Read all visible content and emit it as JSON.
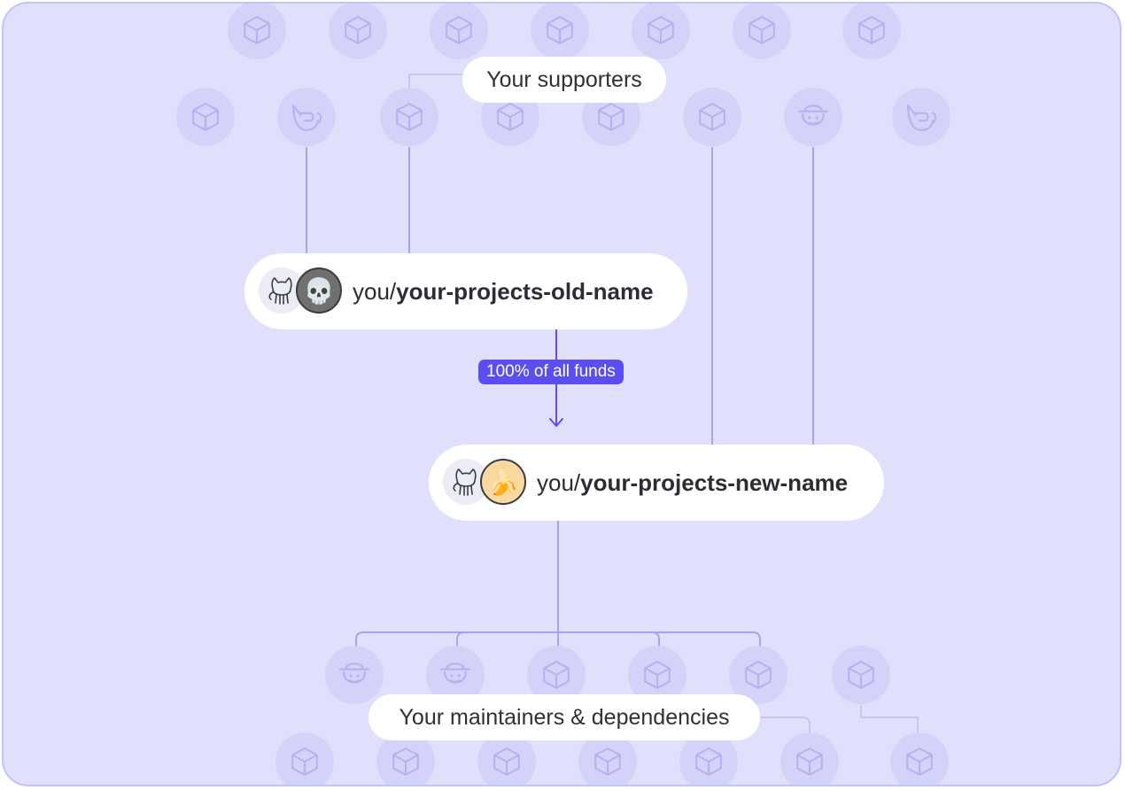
{
  "supporters_label": "Your supporters",
  "maintainers_label": "Your maintainers & dependencies",
  "old_project": {
    "owner": "you/",
    "repo": "your-projects-old-name",
    "source_icon": "github-octocat-icon",
    "avatar_emoji": "💀"
  },
  "new_project": {
    "owner": "you/",
    "repo": "your-projects-new-name",
    "source_icon": "github-octocat-icon",
    "avatar_emoji": "🍌"
  },
  "funds_badge": "100% of all funds",
  "colors": {
    "background": "#e0e0fc",
    "frame_border": "#c4c2f6",
    "node_circle": "#d3d2f8",
    "node_icon": "#b6b2f2",
    "connector": "#a8a3ee",
    "accent": "#5b4ef0",
    "card": "#ffffff",
    "text": "#2b2d33"
  },
  "supporter_nodes_top": [
    "package-icon",
    "package-icon",
    "package-icon",
    "package-icon",
    "package-icon",
    "package-icon",
    "package-icon"
  ],
  "supporter_nodes": [
    "package-icon",
    "tea-cup-icon",
    "package-icon",
    "package-icon",
    "package-icon",
    "package-icon",
    "cowboy-face-icon",
    "tea-cup-icon"
  ],
  "dependency_nodes": [
    "cowboy-face-icon",
    "cowboy-face-icon",
    "package-icon",
    "package-icon",
    "package-icon",
    "package-icon"
  ],
  "dependency_nodes_bottom": [
    "package-icon",
    "package-icon",
    "package-icon",
    "package-icon",
    "package-icon",
    "package-icon",
    "package-icon"
  ]
}
